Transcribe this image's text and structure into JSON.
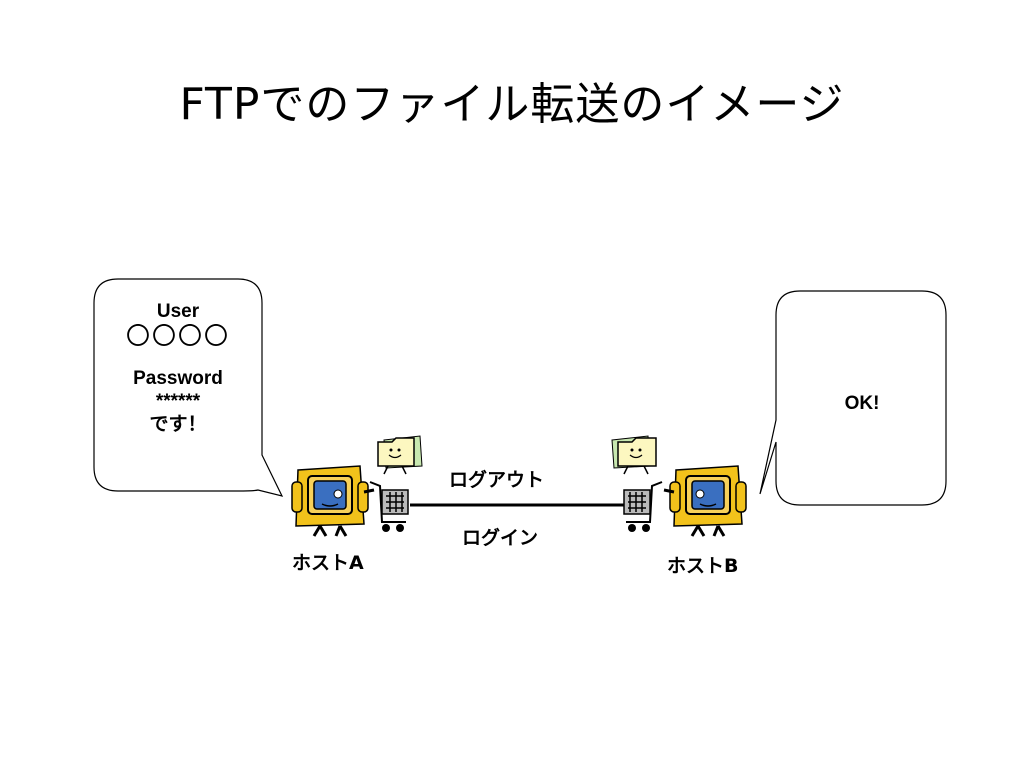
{
  "title": "FTPでのファイル転送のイメージ",
  "bubble_left": {
    "user_label": "User",
    "user_value": "〇〇〇〇",
    "password_label": "Password",
    "password_value": "******",
    "closing": "です！"
  },
  "bubble_right": {
    "text": "OK!"
  },
  "connection": {
    "top_label": "ログアウト",
    "bottom_label": "ログイン"
  },
  "hosts": [
    {
      "label": "ホストA"
    },
    {
      "label": "ホストB"
    }
  ],
  "icons": [
    "computer-character-icon",
    "shopping-cart-icon",
    "folder-character-icon"
  ],
  "colors": {
    "computer_body": "#f2c21b",
    "screen": "#3a6fc0",
    "folder": "#fcf7c0",
    "outline": "#000000"
  }
}
